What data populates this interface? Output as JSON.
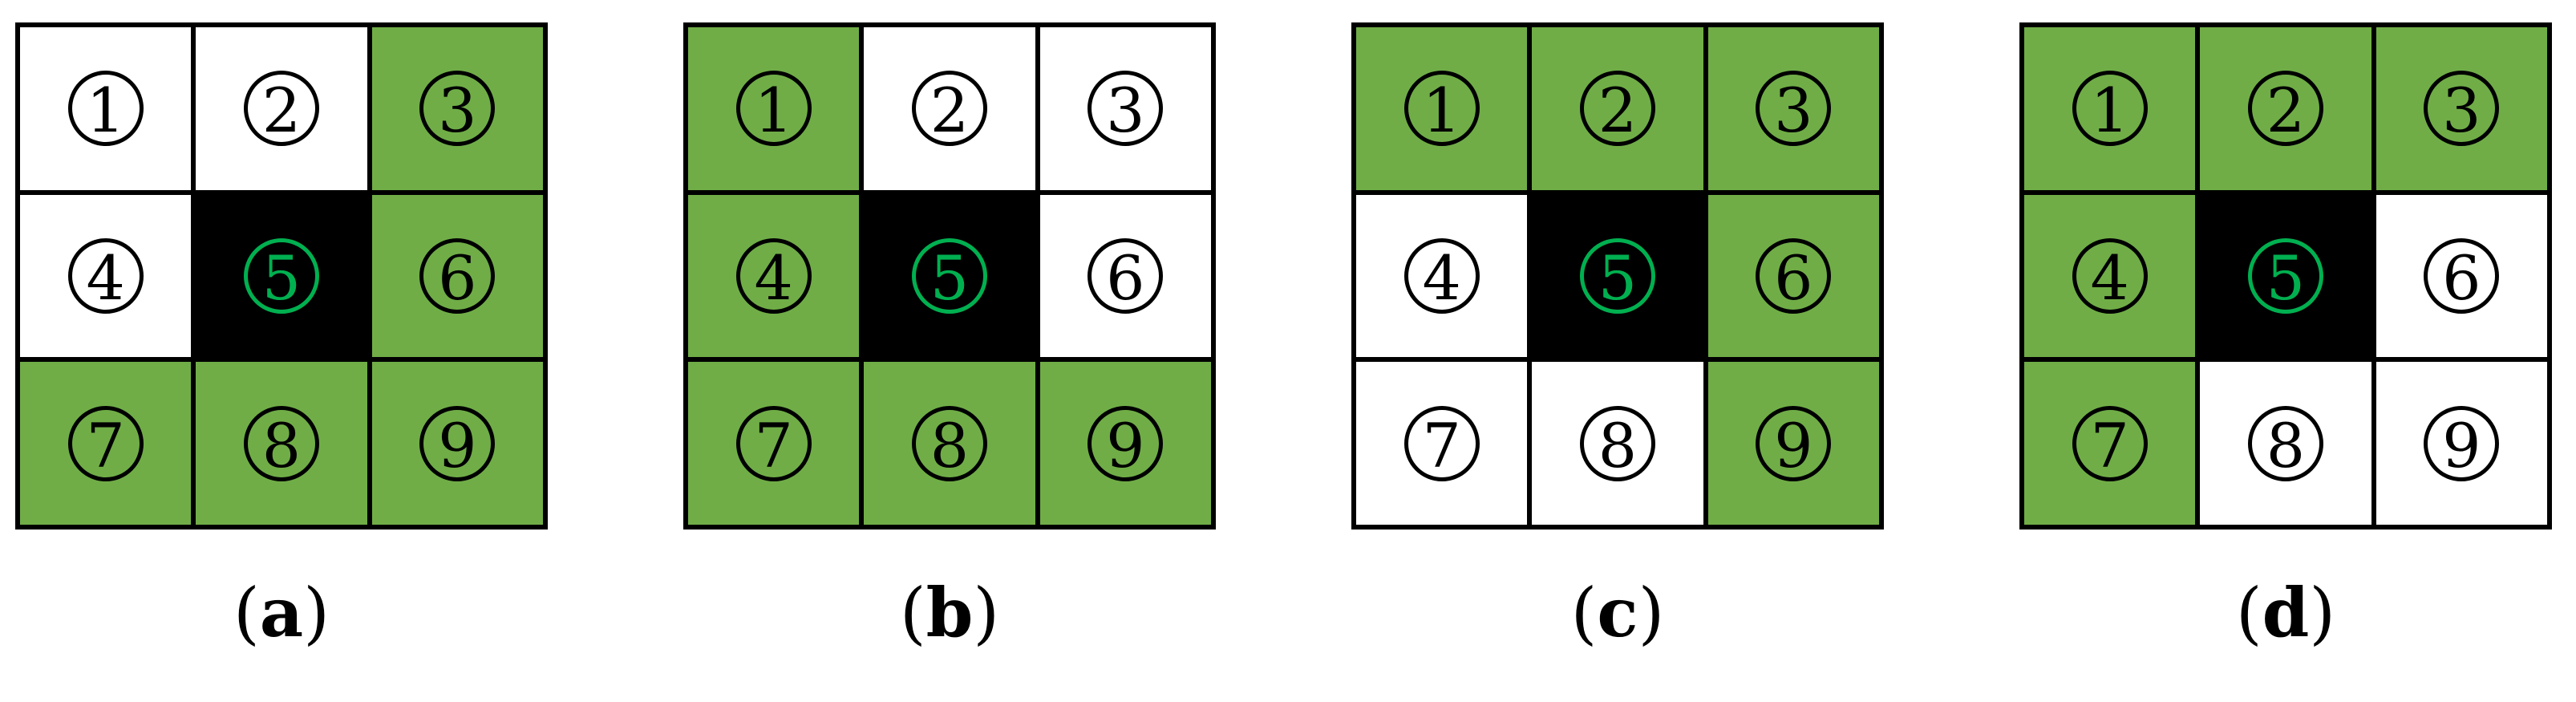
{
  "figure": {
    "colors": {
      "cell_green": "#70AD47",
      "accent_green": "#00B050",
      "line_black": "#000000",
      "cell_white": "#FFFFFF"
    },
    "panels": [
      {
        "id": "a",
        "label_open": "(",
        "label_letter": "a",
        "label_close": ")",
        "cells": [
          {
            "n": "1",
            "fill": "white"
          },
          {
            "n": "2",
            "fill": "white"
          },
          {
            "n": "3",
            "fill": "green"
          },
          {
            "n": "4",
            "fill": "white"
          },
          {
            "n": "5",
            "fill": "black"
          },
          {
            "n": "6",
            "fill": "green"
          },
          {
            "n": "7",
            "fill": "green"
          },
          {
            "n": "8",
            "fill": "green"
          },
          {
            "n": "9",
            "fill": "green"
          }
        ]
      },
      {
        "id": "b",
        "label_open": "(",
        "label_letter": "b",
        "label_close": ")",
        "cells": [
          {
            "n": "1",
            "fill": "green"
          },
          {
            "n": "2",
            "fill": "white"
          },
          {
            "n": "3",
            "fill": "white"
          },
          {
            "n": "4",
            "fill": "green"
          },
          {
            "n": "5",
            "fill": "black"
          },
          {
            "n": "6",
            "fill": "white"
          },
          {
            "n": "7",
            "fill": "green"
          },
          {
            "n": "8",
            "fill": "green"
          },
          {
            "n": "9",
            "fill": "green"
          }
        ]
      },
      {
        "id": "c",
        "label_open": "(",
        "label_letter": "c",
        "label_close": ")",
        "cells": [
          {
            "n": "1",
            "fill": "green"
          },
          {
            "n": "2",
            "fill": "green"
          },
          {
            "n": "3",
            "fill": "green"
          },
          {
            "n": "4",
            "fill": "white"
          },
          {
            "n": "5",
            "fill": "black"
          },
          {
            "n": "6",
            "fill": "green"
          },
          {
            "n": "7",
            "fill": "white"
          },
          {
            "n": "8",
            "fill": "white"
          },
          {
            "n": "9",
            "fill": "green"
          }
        ]
      },
      {
        "id": "d",
        "label_open": "(",
        "label_letter": "d",
        "label_close": ")",
        "cells": [
          {
            "n": "1",
            "fill": "green"
          },
          {
            "n": "2",
            "fill": "green"
          },
          {
            "n": "3",
            "fill": "green"
          },
          {
            "n": "4",
            "fill": "green"
          },
          {
            "n": "5",
            "fill": "black"
          },
          {
            "n": "6",
            "fill": "white"
          },
          {
            "n": "7",
            "fill": "green"
          },
          {
            "n": "8",
            "fill": "white"
          },
          {
            "n": "9",
            "fill": "white"
          }
        ]
      }
    ]
  }
}
